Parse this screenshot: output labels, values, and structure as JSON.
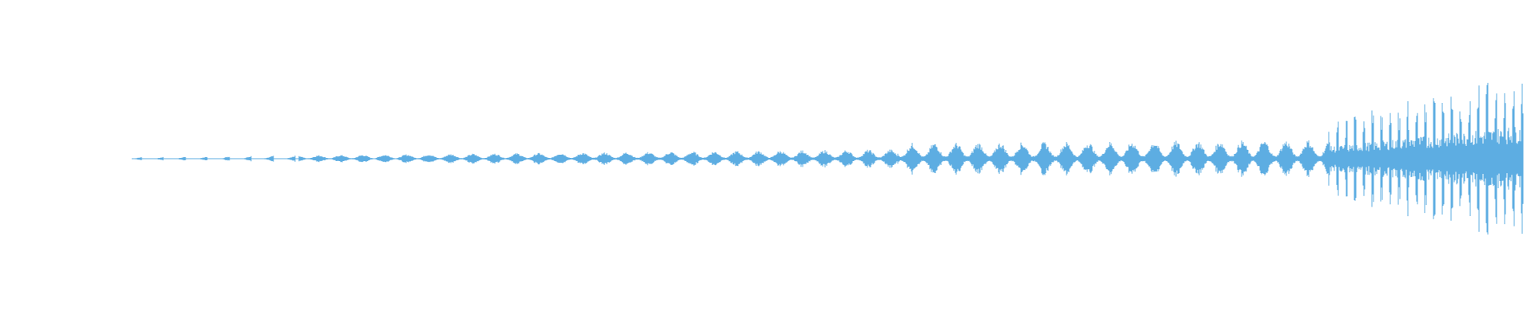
{
  "waveform": {
    "color": "#5DADE2",
    "background": "#ffffff",
    "envelope": {
      "segments": [
        {
          "t_start": 0.0,
          "t_end": 0.55,
          "pattern": "pulsed",
          "amplitude_start": 0.005,
          "amplitude_end": 0.03
        },
        {
          "t_start": 0.55,
          "t_end": 0.86,
          "pattern": "pulsed",
          "amplitude_start": 0.05,
          "amplitude_end": 0.06
        },
        {
          "t_start": 0.86,
          "t_end": 1.0,
          "pattern": "dense-spiky",
          "amplitude_start": 0.11,
          "amplitude_end": 0.3
        }
      ]
    }
  }
}
